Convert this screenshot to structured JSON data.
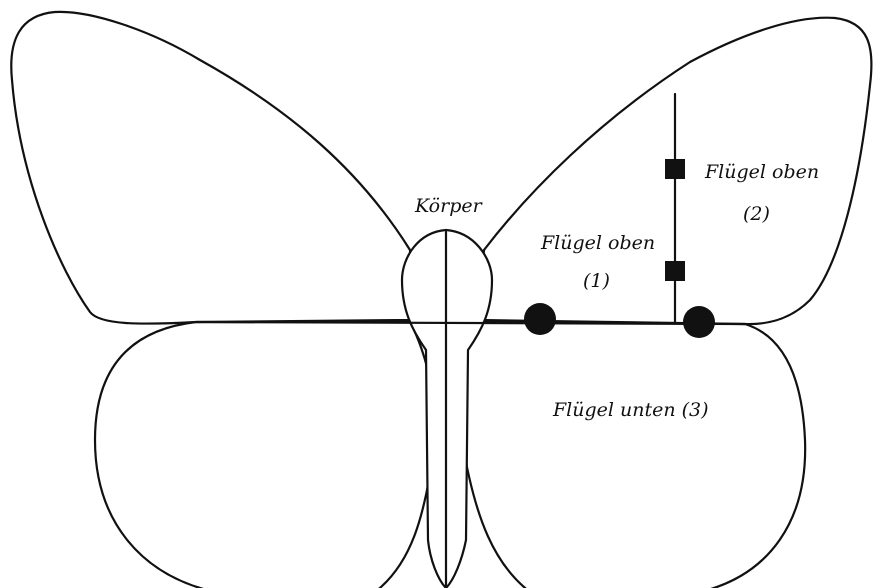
{
  "labels": {
    "body": "Körper",
    "wing_top_1_line1": "Flügel oben",
    "wing_top_1_line2": "(1)",
    "wing_top_2_line1": "Flügel oben",
    "wing_top_2_line2": "(2)",
    "wing_bottom_3": "Flügel unten (3)"
  },
  "colors": {
    "stroke": "#111111",
    "fill": "#ffffff",
    "marker": "#111111"
  }
}
